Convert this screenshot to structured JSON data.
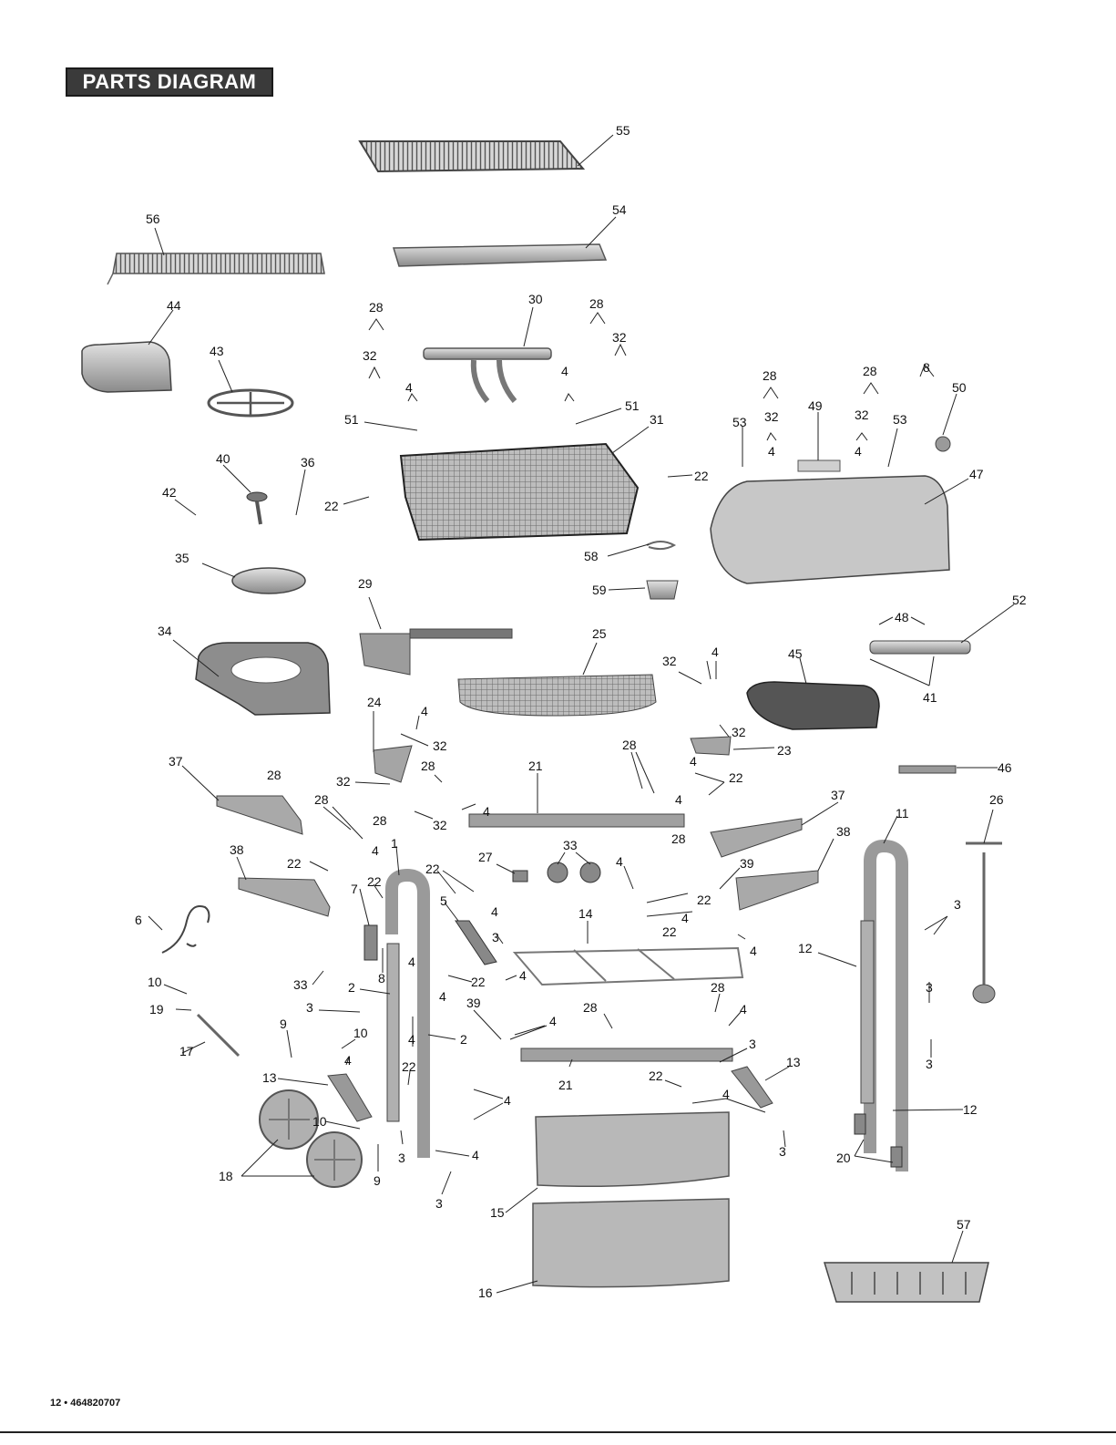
{
  "header": {
    "title": "PARTS DIAGRAM"
  },
  "footer": {
    "text": "12 • 464820707"
  },
  "callouts": {
    "c55": "55",
    "c54": "54",
    "c56": "56",
    "c44": "44",
    "c43": "43",
    "c30": "30",
    "c28a": "28",
    "c28b": "28",
    "c32a": "32",
    "c32b": "32",
    "c4a": "4",
    "c4b": "4",
    "c51a": "51",
    "c51b": "51",
    "c31": "31",
    "c28c": "28",
    "c28d": "28",
    "c50": "50",
    "c49": "49",
    "c53a": "53",
    "c32c": "32",
    "c32d": "32",
    "c53b": "53",
    "c4c": "4",
    "c4d": "4",
    "c47": "47",
    "c40": "40",
    "c36": "36",
    "c42": "42",
    "c22a": "22",
    "c22b": "22",
    "c35": "35",
    "c58": "58",
    "c59": "59",
    "c29": "29",
    "c52": "52",
    "c48": "48",
    "c34": "34",
    "c25": "25",
    "c32e": "32",
    "c4e": "4",
    "c45": "45",
    "c41": "41",
    "c24": "24",
    "c4f": "4",
    "c32f": "32",
    "c32g": "32",
    "c23": "23",
    "c8a": "8",
    "c28e": "28",
    "c37a": "37",
    "c32h": "32",
    "c28f": "28",
    "c21a": "21",
    "c28g": "28",
    "c4g": "4",
    "c22c": "22",
    "c46": "46",
    "c28h": "28",
    "c4h": "4",
    "c28i": "28",
    "c32i": "32",
    "c4i": "4",
    "c37b": "37",
    "c11": "11",
    "c26": "26",
    "c38a": "38",
    "c4j": "4",
    "c1": "1",
    "c28j": "28",
    "c38b": "38",
    "c22d": "22",
    "c27": "27",
    "c33a": "33",
    "c22e": "22",
    "c4k": "4",
    "c39a": "39",
    "c7": "7",
    "c22f": "22",
    "c22g": "22",
    "c4l": "4",
    "c5": "5",
    "c14": "14",
    "c3a": "3",
    "c6": "6",
    "c4m": "4",
    "c22h": "22",
    "c4n": "4",
    "c12a": "12",
    "c10a": "10",
    "c33b": "33",
    "c8b": "8",
    "c2a": "2",
    "c22i": "22",
    "c4o": "4",
    "c4p": "4",
    "c3b": "3",
    "c28k": "28",
    "c19": "19",
    "c3c": "3",
    "c39b": "39",
    "c28l": "28",
    "c4q": "4",
    "c9a": "9",
    "c10b": "10",
    "c4r": "4",
    "c2b": "2",
    "c3d": "3",
    "c17": "17",
    "c4s": "4",
    "c22j": "22",
    "c21b": "21",
    "c13a": "13",
    "c13b": "13",
    "c3e": "3",
    "c22k": "22",
    "c4t": "4",
    "c4u": "4",
    "c12b": "12",
    "c10c": "10",
    "c3f": "3",
    "c4v": "4",
    "c18": "18",
    "c9b": "9",
    "c20": "20",
    "c3g": "3",
    "c15": "15",
    "c57": "57",
    "c16": "16",
    "c4w": "4"
  }
}
